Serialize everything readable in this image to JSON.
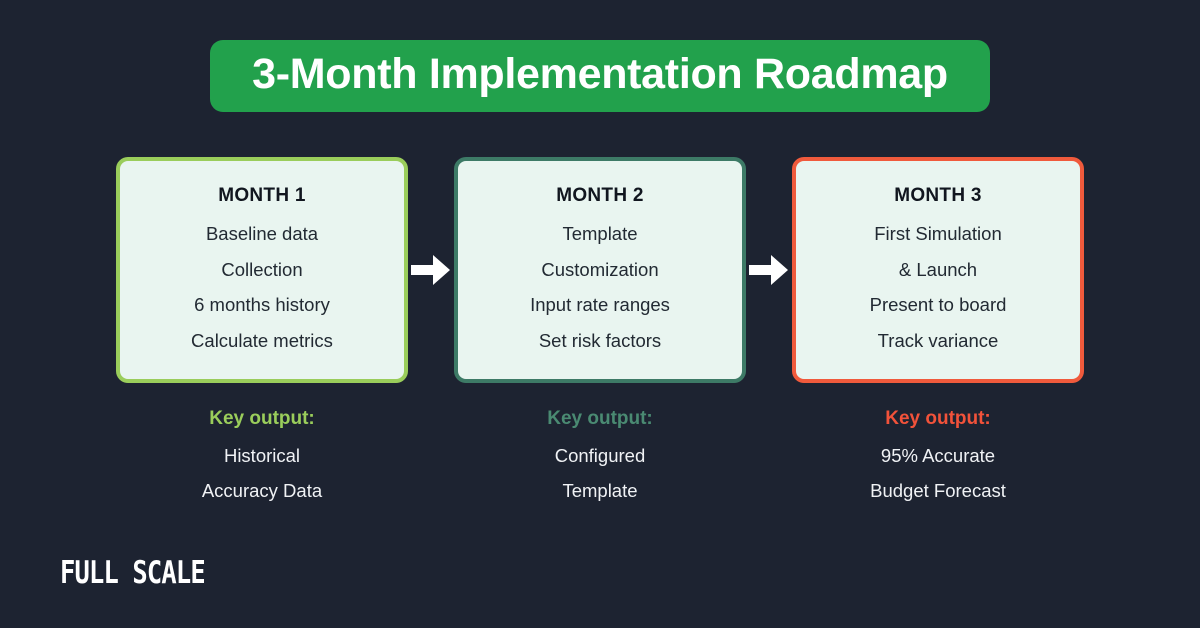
{
  "page": {
    "background_color": "#1d2331",
    "title": "3-Month Implementation Roadmap"
  },
  "banner": {
    "text": "3-Month Implementation Roadmap",
    "background_color": "#22a14c",
    "text_color": "#ffffff"
  },
  "arrows": {
    "icon": "arrow-right-icon",
    "color": "#ffffff"
  },
  "columns": [
    {
      "card": {
        "title": "MONTH 1",
        "lines": [
          "Baseline data",
          "Collection",
          "6 months history",
          "Calculate metrics"
        ],
        "border_color": "#9acd5b",
        "background_color": "#e9f5f0"
      },
      "key_output": {
        "label": "Key output:",
        "label_color": "#9acd5b",
        "lines": [
          "Historical",
          "Accuracy Data"
        ]
      }
    },
    {
      "card": {
        "title": "MONTH 2",
        "lines": [
          "Template",
          "Customization",
          "Input rate ranges",
          "Set risk factors"
        ],
        "border_color": "#3d7a66",
        "background_color": "#e9f5f0"
      },
      "key_output": {
        "label": "Key output:",
        "label_color": "#4a8a72",
        "lines": [
          "Configured",
          "Template"
        ]
      }
    },
    {
      "card": {
        "title": "MONTH 3",
        "lines": [
          "First Simulation",
          "& Launch",
          "Present to board",
          "Track variance"
        ],
        "border_color": "#f05a3c",
        "background_color": "#e9f5f0"
      },
      "key_output": {
        "label": "Key output:",
        "label_color": "#f2523a",
        "lines": [
          "95% Accurate",
          "Budget Forecast"
        ]
      }
    }
  ],
  "logo": {
    "text": "FULL SCALE",
    "color": "#ffffff"
  }
}
